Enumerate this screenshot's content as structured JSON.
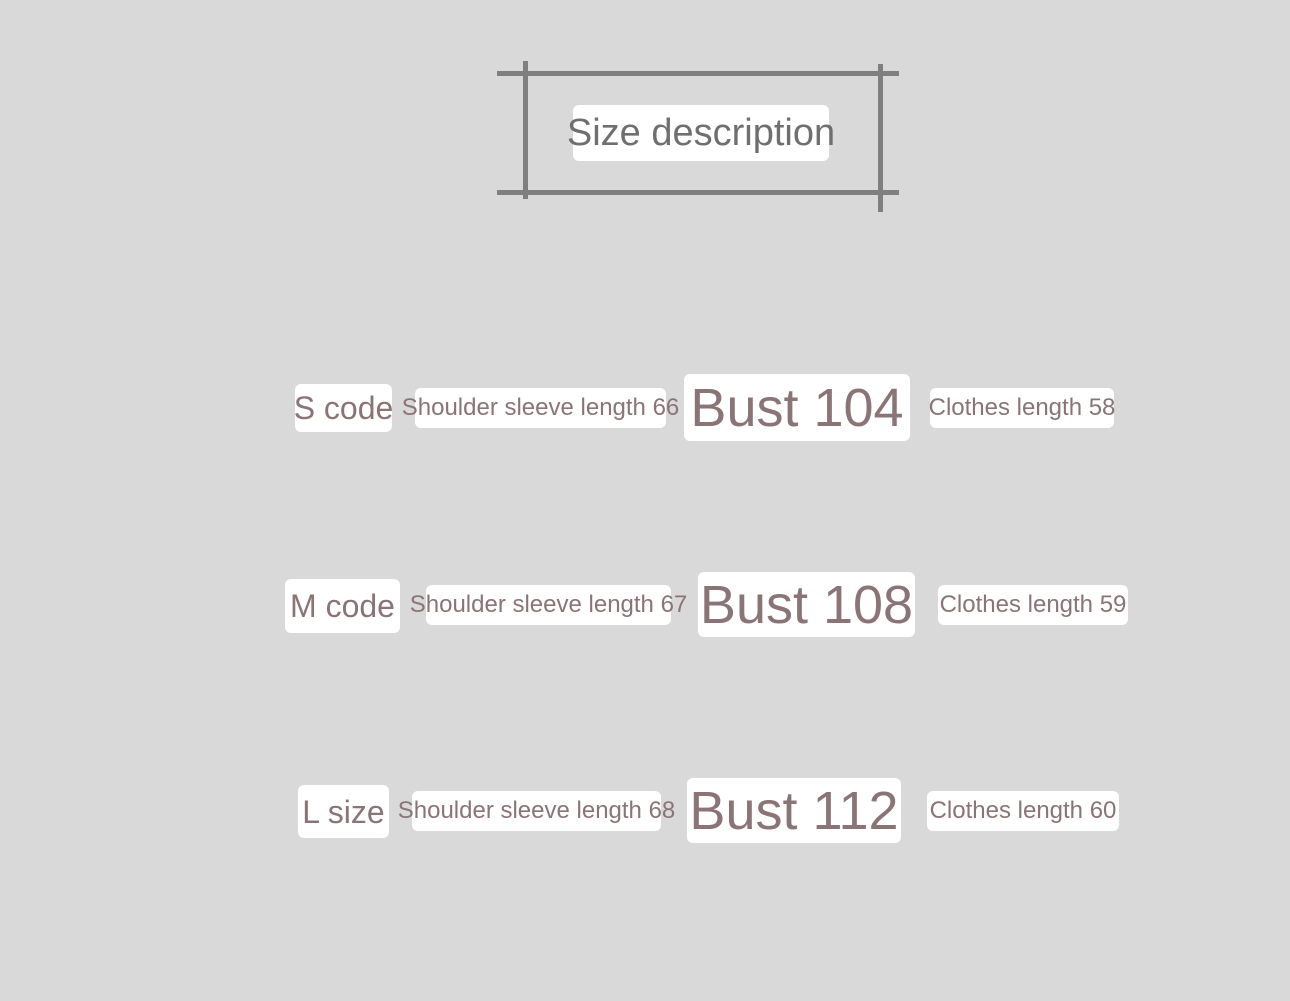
{
  "title": "Size description",
  "colors": {
    "background": "#d9d9d9",
    "label_background": "#ffffff",
    "text_mauve": "#8a7476",
    "text_gray": "#6f6f6f",
    "frame": "#7f7f7f"
  },
  "sizes": [
    {
      "name": "S code",
      "shoulder_sleeve": "Shoulder sleeve length 66",
      "bust": "Bust 104",
      "clothes_length": "Clothes length 58"
    },
    {
      "name": "M code",
      "shoulder_sleeve": "Shoulder sleeve length 67",
      "bust": "Bust 108",
      "clothes_length": "Clothes length 59"
    },
    {
      "name": "L size",
      "shoulder_sleeve": "Shoulder sleeve length 68",
      "bust": "Bust 112",
      "clothes_length": "Clothes length 60"
    }
  ]
}
